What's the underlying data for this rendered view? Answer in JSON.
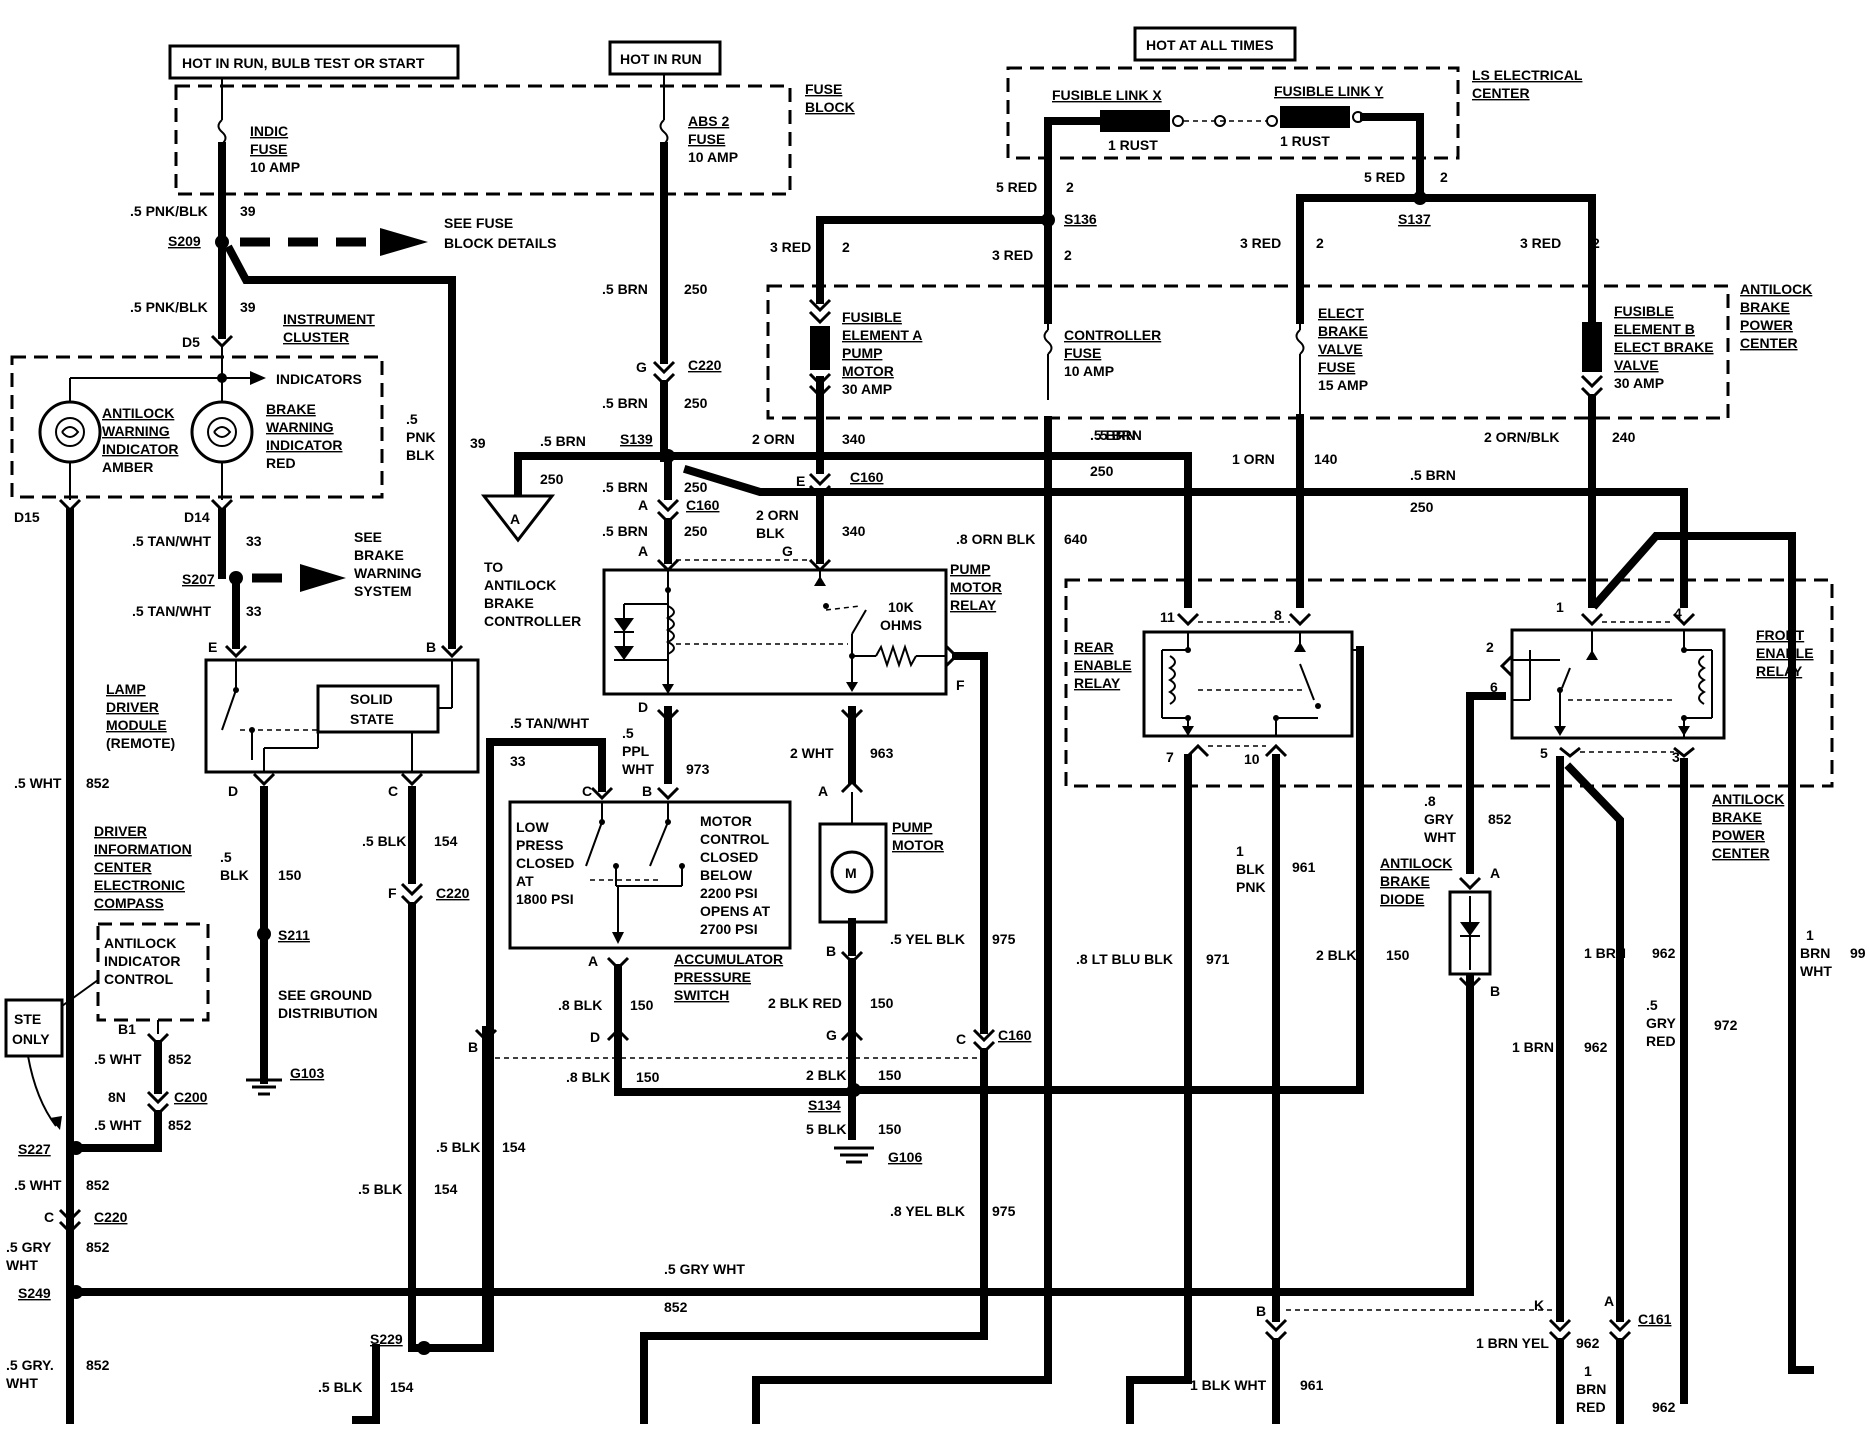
{
  "labels": {
    "hot_run_bulb_start": "HOT IN RUN, BULB TEST OR START",
    "hot_in_run": "HOT IN RUN",
    "hot_at_all_times": "HOT AT ALL TIMES",
    "fuse_block": [
      "FUSE",
      "BLOCK"
    ],
    "ls_electrical_center": [
      "LS ELECTRICAL",
      "CENTER"
    ],
    "fusible_link_x": "FUSIBLE LINK X",
    "fusible_link_y": "FUSIBLE LINK Y",
    "rust": "1 RUST",
    "indic_fuse": [
      "INDIC",
      "FUSE",
      "10 AMP"
    ],
    "abs2_fuse": [
      "ABS 2",
      "FUSE",
      "10 AMP"
    ],
    "see_fuse_block_details": [
      "SEE FUSE",
      "BLOCK DETAILS"
    ],
    "instrument_cluster": [
      "INSTRUMENT",
      "CLUSTER"
    ],
    "indicators": "INDICATORS",
    "antilock_warning": [
      "ANTILOCK",
      "WARNING",
      "INDICATOR",
      "AMBER"
    ],
    "brake_warning": [
      "BRAKE",
      "WARNING",
      "INDICATOR",
      "RED"
    ],
    "see_brake_warning": [
      "SEE",
      "BRAKE",
      "WARNING",
      "SYSTEM"
    ],
    "lamp_driver": [
      "LAMP",
      "DRIVER",
      "MODULE",
      "(REMOTE)"
    ],
    "solid_state": [
      "SOLID",
      "STATE"
    ],
    "driver_info_center": [
      "DRIVER",
      "INFORMATION",
      "CENTER",
      "ELECTRONIC",
      "COMPASS"
    ],
    "antilock_indicator_control": [
      "ANTILOCK",
      "INDICATOR",
      "CONTROL"
    ],
    "ste_only": [
      "STE",
      "ONLY"
    ],
    "see_ground_distribution": [
      "SEE GROUND",
      "DISTRIBUTION"
    ],
    "to_antilock_controller": [
      "TO",
      "ANTILOCK",
      "BRAKE",
      "CONTROLLER"
    ],
    "fusible_element_a": [
      "FUSIBLE",
      "ELEMENT A",
      "PUMP",
      "MOTOR",
      "30 AMP"
    ],
    "controller_fuse": [
      "CONTROLLER",
      "FUSE",
      "10 AMP"
    ],
    "elect_brake_valve_fuse": [
      "ELECT",
      "BRAKE",
      "VALVE",
      "FUSE",
      "15 AMP"
    ],
    "fusible_element_b": [
      "FUSIBLE",
      "ELEMENT B",
      "ELECT BRAKE",
      "VALVE",
      "30 AMP"
    ],
    "antilock_brake_power_center": [
      "ANTILOCK",
      "BRAKE",
      "POWER",
      "CENTER"
    ],
    "pump_motor_relay": [
      "PUMP",
      "MOTOR",
      "RELAY"
    ],
    "ten_k_ohms": [
      "10K",
      "OHMS"
    ],
    "low_press": [
      "LOW",
      "PRESS",
      "CLOSED",
      "AT",
      "1800 PSI"
    ],
    "motor_control": [
      "MOTOR",
      "CONTROL",
      "CLOSED",
      "BELOW",
      "2200 PSI",
      "OPENS AT",
      "2700 PSI"
    ],
    "accumulator_switch": [
      "ACCUMULATOR",
      "PRESSURE",
      "SWITCH"
    ],
    "pump_motor": [
      "PUMP",
      "MOTOR"
    ],
    "motor_symbol": "M",
    "rear_enable_relay": [
      "REAR",
      "ENABLE",
      "RELAY"
    ],
    "front_enable_relay": [
      "FRONT",
      "ENABLE",
      "RELAY"
    ],
    "antilock_brake_diode": [
      "ANTILOCK",
      "BRAKE",
      "DIODE"
    ],
    "splices": {
      "s209": "S209",
      "s207": "S207",
      "s211": "S211",
      "s227": "S227",
      "s249": "S249",
      "s229": "S229",
      "s139": "S139",
      "s134": "S134",
      "s136": "S136",
      "s137": "S137"
    },
    "connectors": {
      "c220": "C220",
      "c160": "C160",
      "c200": "C200",
      "c161": "C161"
    },
    "grounds": {
      "g103": "G103",
      "g106": "G106"
    },
    "pins": {
      "d5": "D5",
      "d15": "D15",
      "d14": "D14",
      "e": "E",
      "b": "B",
      "d": "D",
      "c": "C",
      "f": "F",
      "b1": "B1",
      "8n": "8N",
      "g": "G",
      "a": "A",
      "k": "K",
      "p11": "11",
      "p8": "8",
      "p1": "1",
      "p4": "4",
      "p2": "2",
      "p6": "6",
      "p7": "7",
      "p10": "10",
      "p5": "5",
      "p3": "3"
    },
    "wires": {
      "w5pnkblk": ".5 PNK/BLK",
      "w39": "39",
      "w5pnk_blk": [
        ".5",
        "PNK",
        "BLK"
      ],
      "w5tanwht": ".5 TAN/WHT",
      "w33": "33",
      "w5wht": ".5 WHT",
      "w852": "852",
      "w5blk": ".5 BLK",
      "w5blk_v": [
        ".5",
        "BLK"
      ],
      "w150": "150",
      "w154": "154",
      "w5gry_wht": [
        ".5 GRY",
        "WHT"
      ],
      "w5gry__wht": [
        ".5 GRY.",
        "WHT"
      ],
      "w5grywht_h": ".5 GRY  WHT",
      "w5brn": ".5 BRN",
      "w250": "250",
      "w5ppl_wht": [
        ".5",
        "PPL",
        "WHT"
      ],
      "w973": "973",
      "w2wht": "2 WHT",
      "w963": "963",
      "w5yelblk": ".5 YEL BLK",
      "w975": "975",
      "w8yelblk": ".8 YEL BLK",
      "w8blk": ".8 BLK",
      "w2blkred": "2 BLK RED",
      "w2blk": "2 BLK",
      "w5blk_g": "5 BLK",
      "w2orn": "2 ORN",
      "w340": "340",
      "w2orn_blk": [
        "2 ORN",
        "BLK"
      ],
      "w8ornblk": ".8 ORN BLK",
      "w640": "640",
      "w1orn": "1 ORN",
      "w140": "140",
      "w2ornblk": "2 ORN/BLK",
      "w240": "240",
      "w5red": "5 RED",
      "w3red": "3 RED",
      "w2": "2",
      "w1blk_pnk": [
        "1",
        "BLK",
        "PNK"
      ],
      "w961": "961",
      "w1blkwht": "1 BLK WHT",
      "w8ltblublk": ".8 LT BLU BLK",
      "w971": "971",
      "w8grywht": [
        ".8",
        "GRY",
        "WHT"
      ],
      "w1brn": "1 BRN",
      "w962": "962",
      "w5gryred": [
        ".5",
        "GRY",
        "RED"
      ],
      "w972": "972",
      "w1brnyel": "1 BRN YEL",
      "w1brnred": [
        "1",
        "BRN",
        "RED"
      ],
      "w1brnwht": [
        "1",
        "BRN",
        "WHT"
      ],
      "w99": "99"
    }
  }
}
